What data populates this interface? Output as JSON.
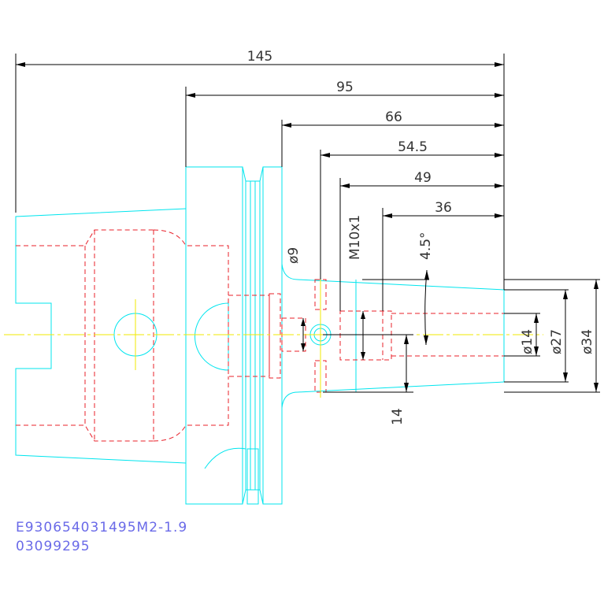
{
  "colors": {
    "outline": "#00e5ee",
    "hidden": "#e8202a",
    "center": "#f2ea00",
    "dimension": "#000000",
    "dim_text": "#333333",
    "caption": "#6a6ae8"
  },
  "dimensions": {
    "total_length": "145",
    "flange_to_end": "95",
    "face_to_end": "66",
    "hole_pos": "54.5",
    "thread_pos": "49",
    "taper_length": "36",
    "hole_dia": "ø9",
    "thread": "M10x1",
    "taper_angle": "4.5°",
    "bore_dia": "ø14",
    "nose_dia_small": "ø27",
    "nose_dia_large": "ø34",
    "offset": "14"
  },
  "caption": {
    "line1": "E930654031495M2-1.9",
    "line2": "03099295"
  }
}
